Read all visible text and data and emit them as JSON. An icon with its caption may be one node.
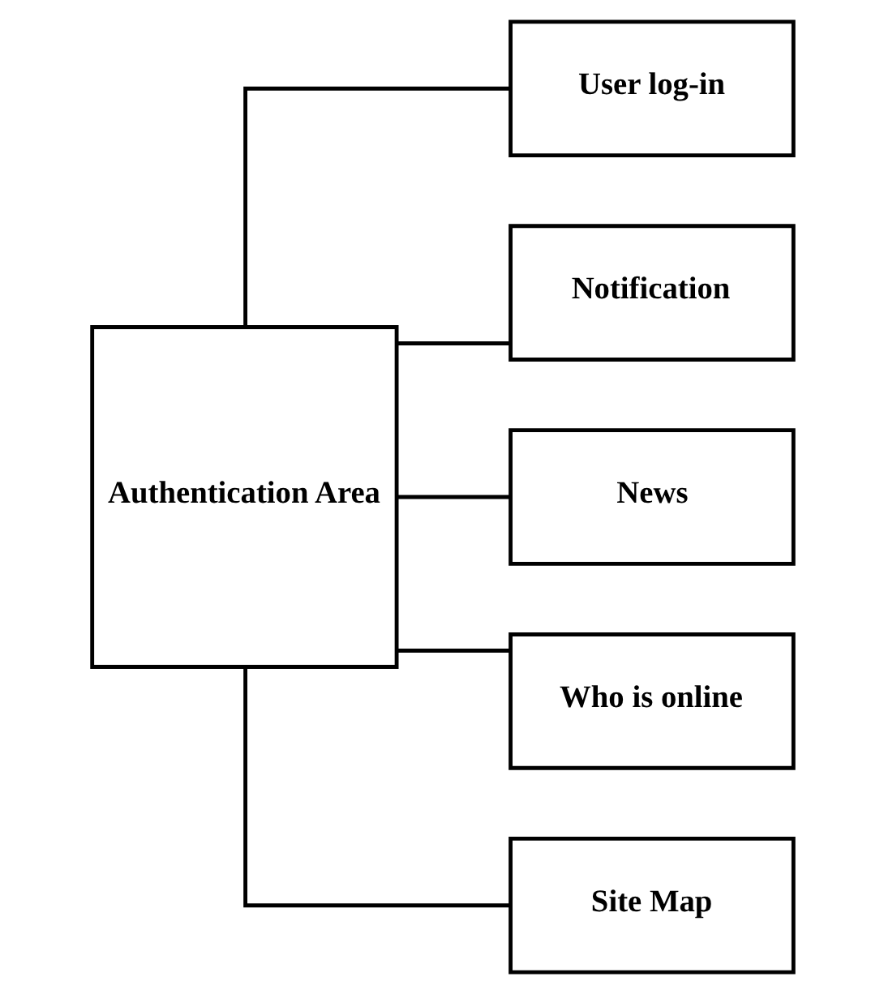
{
  "diagram": {
    "nodes": [
      {
        "text": [
          "Authentication Area"
        ]
      },
      {
        "text": [
          "User log-in"
        ]
      },
      {
        "text": [
          "Notification"
        ]
      },
      {
        "text": [
          "News"
        ]
      },
      {
        "text": [
          "Who is online"
        ]
      },
      {
        "text": [
          "Site Map"
        ]
      }
    ],
    "edges": [
      {
        "from": 0,
        "to": 1,
        "arrow": "none"
      },
      {
        "from": 0,
        "to": 2,
        "arrow": "none"
      },
      {
        "from": 0,
        "to": 3,
        "arrow": "none"
      },
      {
        "from": 0,
        "to": 4,
        "arrow": "none"
      },
      {
        "from": 0,
        "to": 5,
        "arrow": "none"
      }
    ]
  }
}
